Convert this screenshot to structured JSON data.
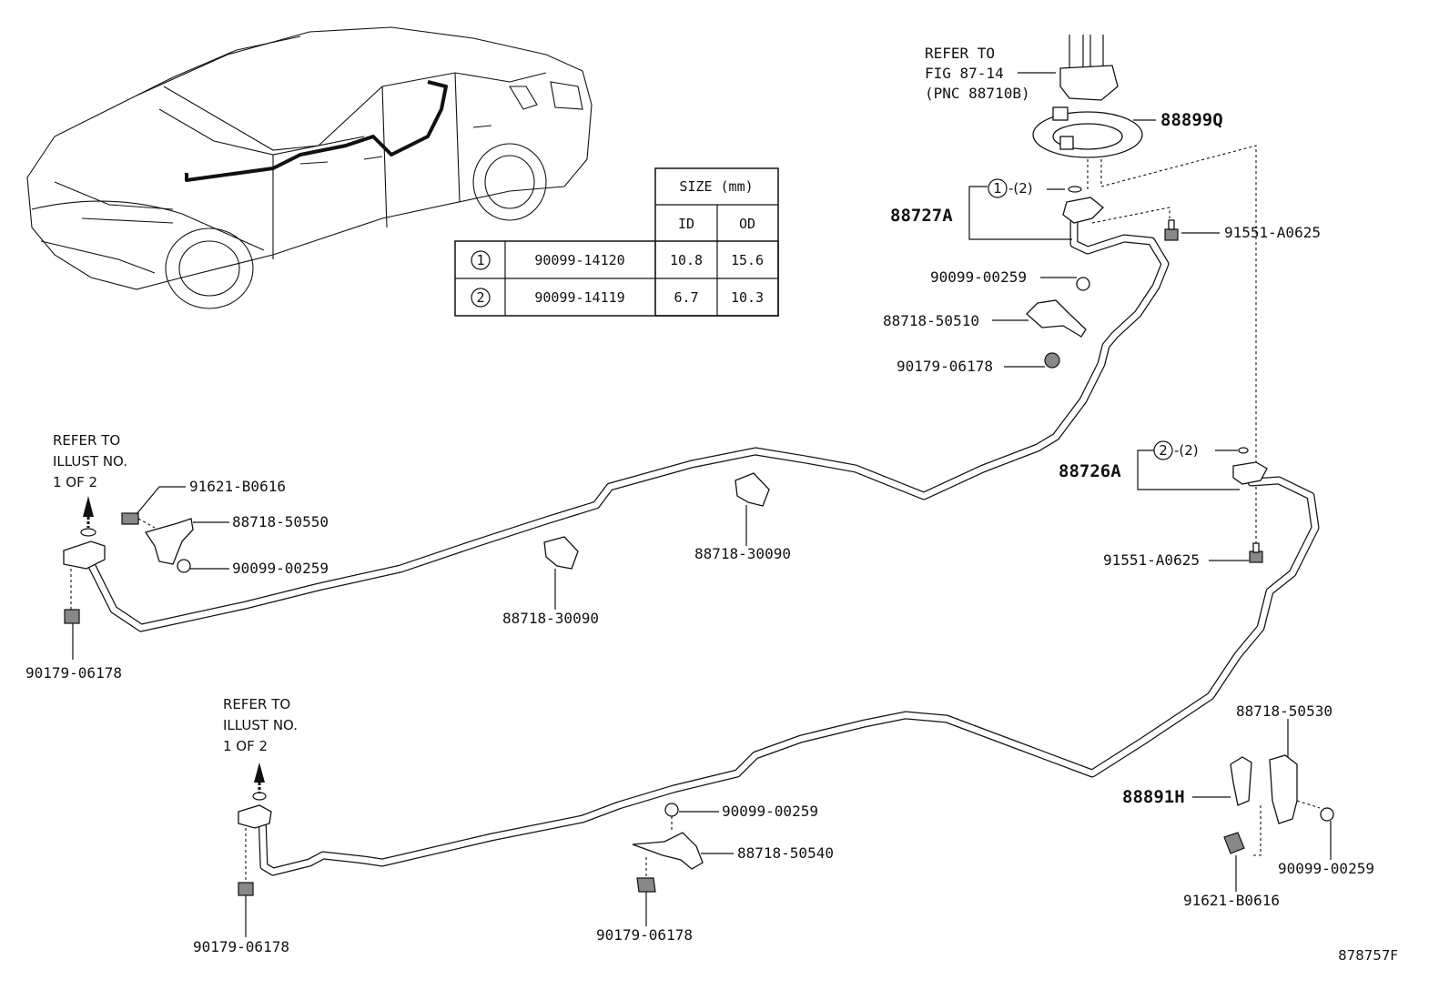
{
  "diagram_id": "878757F",
  "refer_fig": {
    "line1": "REFER TO",
    "line2": "FIG 87-14",
    "line3": "(PNC 88710B)"
  },
  "refer_illust": {
    "line1": "REFER TO",
    "line2": "ILLUST NO.",
    "line3": "1 OF 2"
  },
  "table": {
    "size_header": "SIZE (mm)",
    "id_header": "ID",
    "od_header": "OD",
    "rows": [
      {
        "mark": "1",
        "part": "90099-14120",
        "id": "10.8",
        "od": "15.6"
      },
      {
        "mark": "2",
        "part": "90099-14119",
        "id": "6.7",
        "od": "10.3"
      }
    ]
  },
  "callouts": {
    "qty_1": "1",
    "qty_2": "2",
    "qty_text": "-(2)"
  },
  "labels": {
    "p88899Q": "88899Q",
    "p88727A": "88727A",
    "p91551_top": "91551-A0625",
    "p90099_top": "90099-00259",
    "p88718_50510": "88718-50510",
    "p90179_top": "90179-06178",
    "p88726A": "88726A",
    "p91551_mid": "91551-A0625",
    "p91621_left": "91621-B0616",
    "p88718_50550": "88718-50550",
    "p90099_left": "90099-00259",
    "p90179_left": "90179-06178",
    "p88718_30090_a": "88718-30090",
    "p88718_30090_b": "88718-30090",
    "p88718_50530": "88718-50530",
    "p88891H": "88891H",
    "p90099_right": "90099-00259",
    "p91621_right": "91621-B0616",
    "p90099_bottom": "90099-00259",
    "p88718_50540": "88718-50540",
    "p90179_bottom_mid": "90179-06178",
    "p90179_bottom_left": "90179-06178"
  }
}
